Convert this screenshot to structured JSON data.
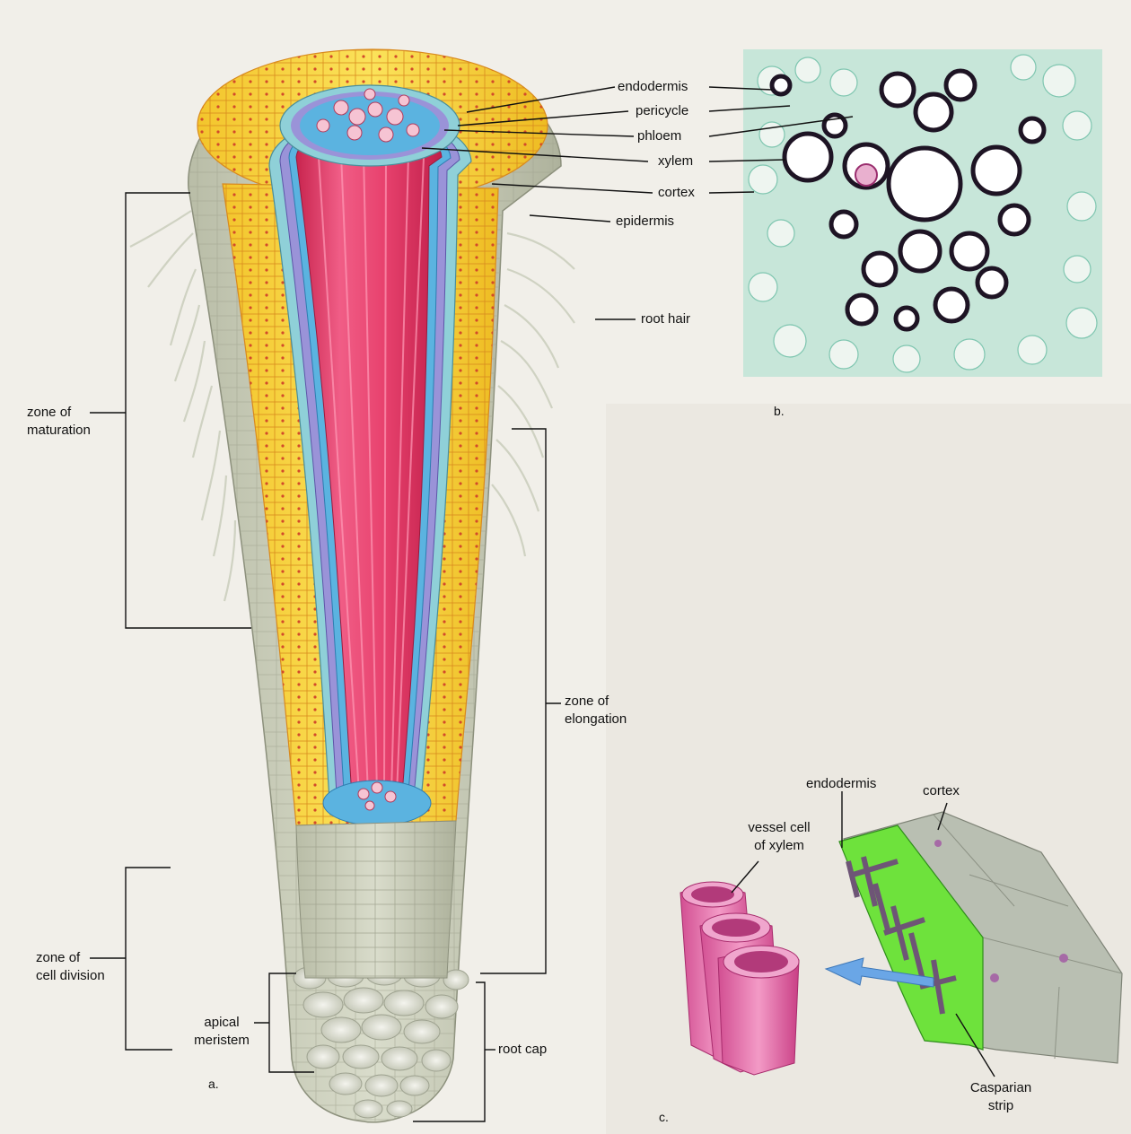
{
  "panel_a": {
    "letter": "a.",
    "labels": {
      "endodermis": "endodermis",
      "pericycle": "pericycle",
      "phloem": "phloem",
      "xylem": "xylem",
      "cortex": "cortex",
      "epidermis": "epidermis",
      "root_hair": "root hair",
      "zone_of_maturation": [
        "zone of",
        "maturation"
      ],
      "zone_of_elongation": [
        "zone of",
        "elongation"
      ],
      "zone_of_cell_division": [
        "zone of",
        "cell division"
      ],
      "apical_meristem": [
        "apical",
        "meristem"
      ],
      "root_cap": "root cap"
    }
  },
  "panel_b": {
    "letter": "b."
  },
  "panel_c": {
    "letter": "c.",
    "labels": {
      "endodermis": "endodermis",
      "cortex": "cortex",
      "vessel_cell": [
        "vessel cell",
        "of xylem"
      ],
      "casparian_strip": [
        "Casparian",
        "strip"
      ]
    }
  },
  "colors": {
    "epidermis": "#c9cdb8",
    "cortex": "#f5d63a",
    "endodermis": "#8fd0d8",
    "pericycle": "#9a93d8",
    "phloem": "#5bb3e0",
    "xylem": "#e8426e",
    "vessel": "#e76aa6",
    "endodermis_c": "#6ee23c",
    "cortex_c": "#b9bfb2",
    "arrow": "#6aa6e6"
  }
}
